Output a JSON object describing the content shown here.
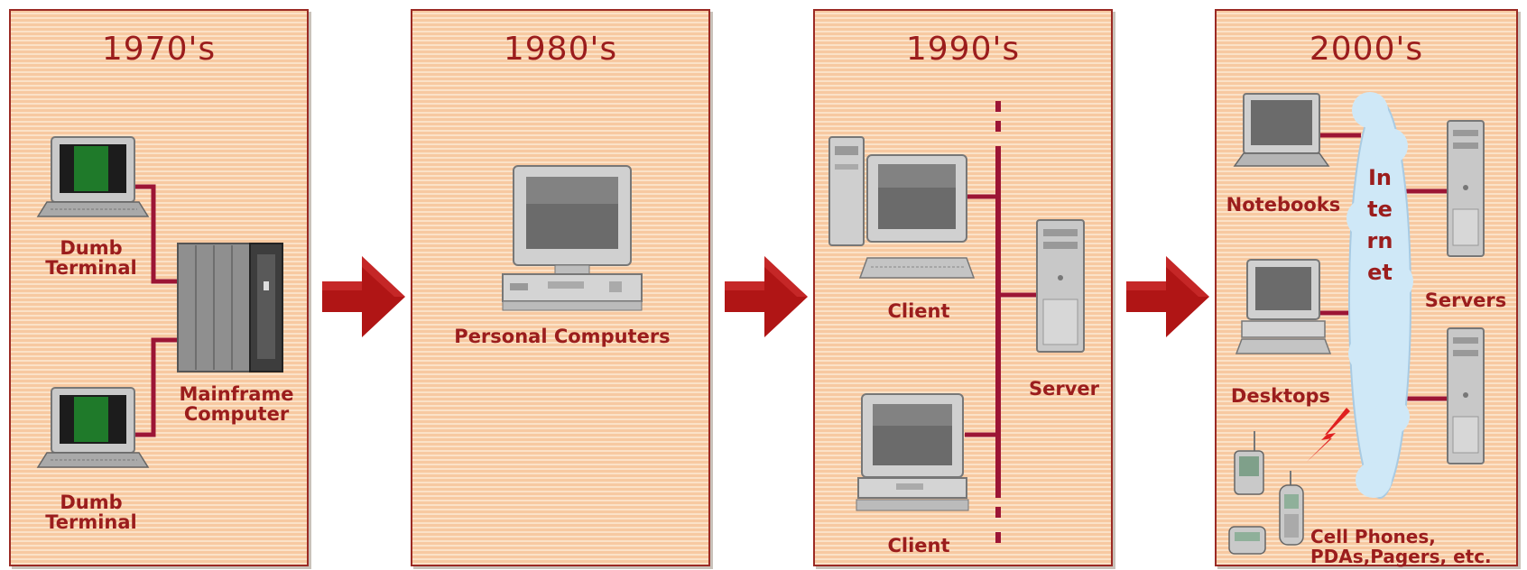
{
  "panels": [
    {
      "era": "1970's",
      "labels": {
        "terminal_top": "Dumb\nTerminal",
        "terminal_bottom": "Dumb\nTerminal",
        "mainframe": "Mainframe\nComputer"
      }
    },
    {
      "era": "1980's",
      "labels": {
        "pc": "Personal Computers"
      }
    },
    {
      "era": "1990's",
      "labels": {
        "client_top": "Client",
        "client_bottom": "Client",
        "server": "Server"
      }
    },
    {
      "era": "2000's",
      "labels": {
        "notebooks": "Notebooks",
        "desktops": "Desktops",
        "servers": "Servers",
        "mobile": "Cell Phones,\nPDAs,Pagers, etc.",
        "internet": "Internet"
      }
    }
  ],
  "colors": {
    "accent": "#9b1d1d",
    "panel": "#f7c9a1",
    "border": "#9b2a24",
    "line": "#9c1535",
    "cloud": "#cfe8f7"
  }
}
